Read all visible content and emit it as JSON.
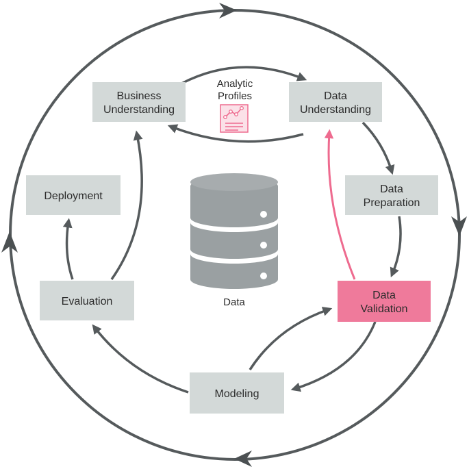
{
  "nodes": {
    "business_understanding": [
      "Business",
      "Understanding"
    ],
    "data_understanding": [
      "Data",
      "Understanding"
    ],
    "data_preparation": [
      "Data",
      "Preparation"
    ],
    "data_validation": [
      "Data",
      "Validation"
    ],
    "modeling": "Modeling",
    "evaluation": "Evaluation",
    "deployment": "Deployment"
  },
  "analytic_profiles": [
    "Analytic",
    "Profiles"
  ],
  "center_label": "Data",
  "icons": {
    "database": "database-icon",
    "profile": "analytic-profile-document-icon"
  },
  "colors": {
    "box": "#d3d9d8",
    "highlight_box": "#ef7a9b",
    "highlight_arrow": "#ee6b8f",
    "arrow": "#555a5c",
    "database": "#9aa0a2"
  }
}
